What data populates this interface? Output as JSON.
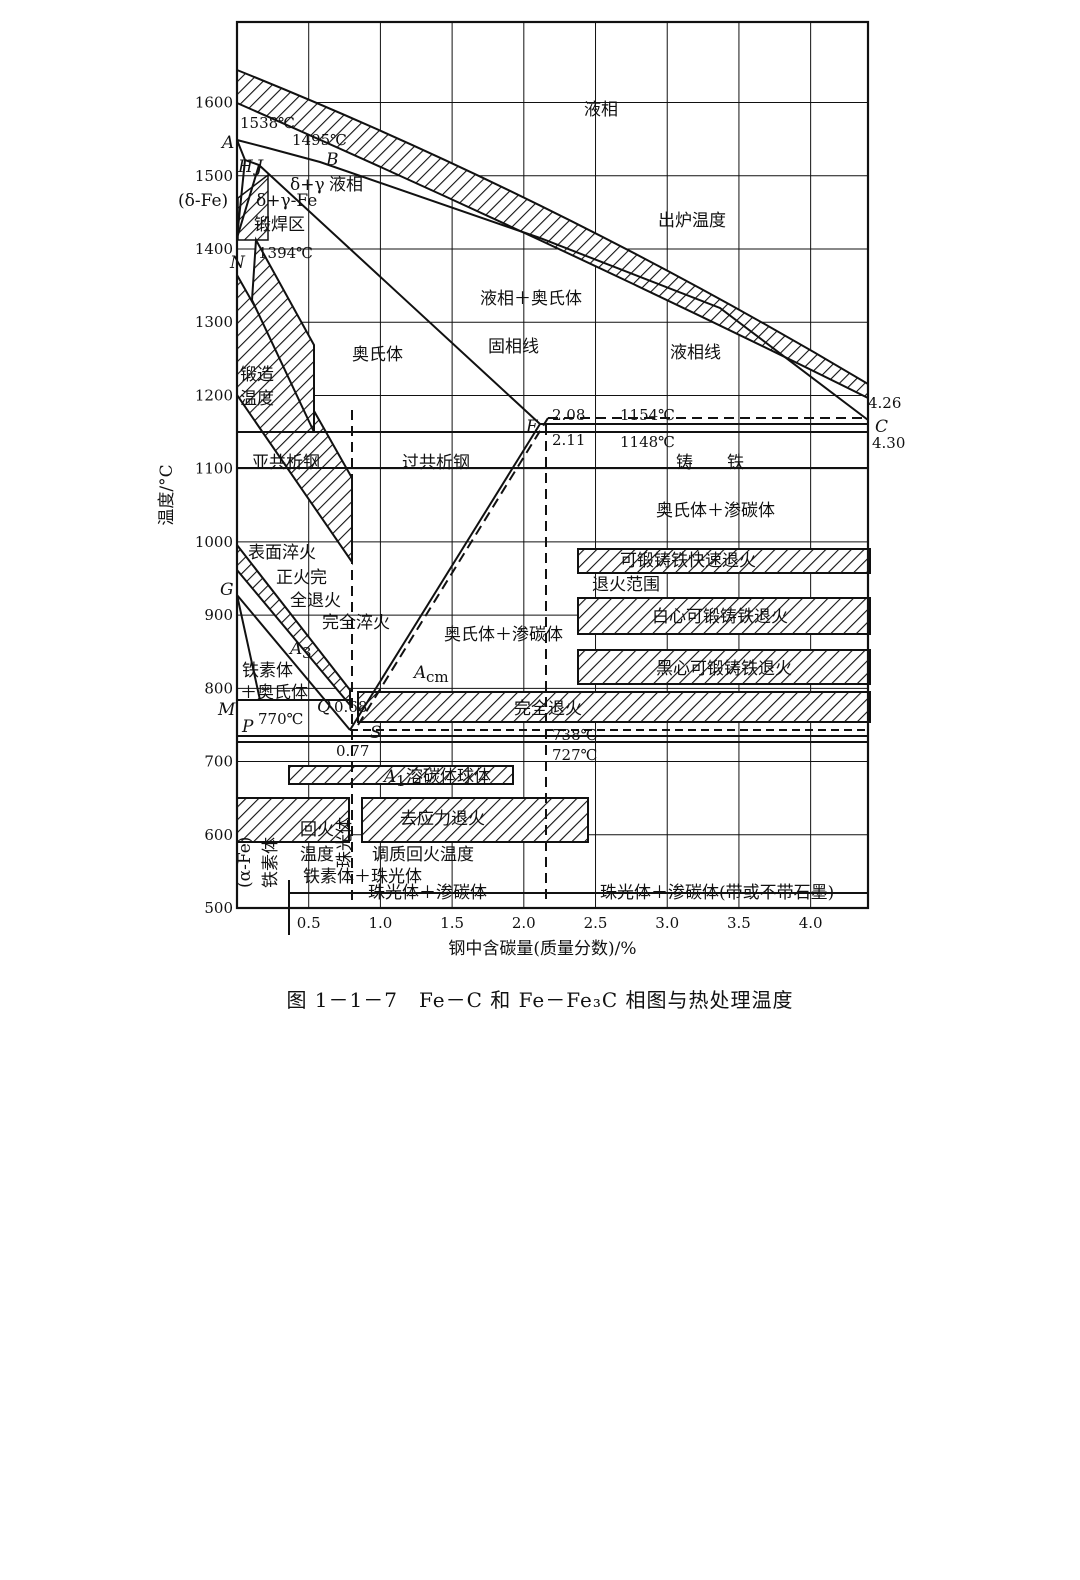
{
  "figure": {
    "caption": "图 1－1－7　Fe－C 和 Fe－Fe₃C 相图与热处理温度",
    "x_axis_label": "钢中含碳量(质量分数)/%",
    "y_axis_label": "温度/°C",
    "x_ticks": [
      "0.5",
      "1.0",
      "1.5",
      "2.0",
      "2.5",
      "3.0",
      "3.5",
      "4.0"
    ],
    "y_ticks": [
      "500",
      "600",
      "700",
      "800",
      "900",
      "1000",
      "1100",
      "1200",
      "1300",
      "1400",
      "1500",
      "1600"
    ],
    "x_range": [
      0,
      4.4
    ],
    "y_range": [
      500,
      1710
    ]
  },
  "points": {
    "A": "A",
    "H": "H",
    "J": "J",
    "B": "B",
    "N": "N",
    "E": "E",
    "C": "C",
    "G": "G",
    "M": "M",
    "P": "P",
    "Q": "Q",
    "S": "S"
  },
  "values": {
    "t1538": "1538℃",
    "t1495": "1495℃",
    "t1394": "1394℃",
    "t1154": "1154℃",
    "t1148": "1148℃",
    "t770": "770℃",
    "t738": "738℃",
    "t727": "727℃",
    "c208": "2.08",
    "c211": "2.11",
    "c426": "4.26",
    "c430": "4.30",
    "c068": "0.68",
    "c077": "0.77"
  },
  "regions": {
    "liquid": "液相",
    "delta_gamma": "δ+γ",
    "liquid_small": "液相",
    "delta_fe": "(δ-Fe)",
    "delta_gamma_fe": "δ+γ-Fe",
    "forge_weld": "锻焊区",
    "furnace_temp": "出炉温度",
    "liquid_austenite": "液相＋奥氏体",
    "solidus": "固相线",
    "austenite": "奥氏体",
    "liquidus": "液相线",
    "forging_1": "锻造",
    "forging_2": "温度",
    "hypoeutectoid": "亚共析钢",
    "hypereutectoid": "过共析钢",
    "cast_iron": "铸　　铁",
    "aust_cementite": "奥氏体＋渗碳体",
    "aust_cementite_2": "奥氏体＋渗碳体",
    "surface_quench": "表面淬火",
    "normalize_1": "正火完",
    "normalize_2": "全退火",
    "full_quench": "完全淬火",
    "acm": "A",
    "acm_sub": "cm",
    "a3": "A",
    "a3_sub": "3",
    "a1": "A",
    "a1_sub": "1",
    "ferrite_1": "铁素体",
    "ferrite_2": "＋奥氏体",
    "full_anneal": "完全退火",
    "spheroidize": "溶碳体球体",
    "stress_relief": "去应力退火",
    "malleable_fast": "可锻铸铁快速退火",
    "anneal_range": "退火范围",
    "white_malleable": "白心可锻铸铁退火",
    "black_malleable": "黑心可锻铸铁退火",
    "temper_1": "回火",
    "temper_2": "温度",
    "quench_temper": "调质回火温度",
    "alpha_fe": "(α-Fe)",
    "ferrite_v": "铁素体",
    "pearlite_v": "珠光体",
    "ferrite_pearlite": "铁素体＋珠光体",
    "pearlite_cementite": "珠光体＋渗碳体",
    "pearlite_cementite_graphite": "珠光体＋渗碳体(带或不带石墨)"
  }
}
